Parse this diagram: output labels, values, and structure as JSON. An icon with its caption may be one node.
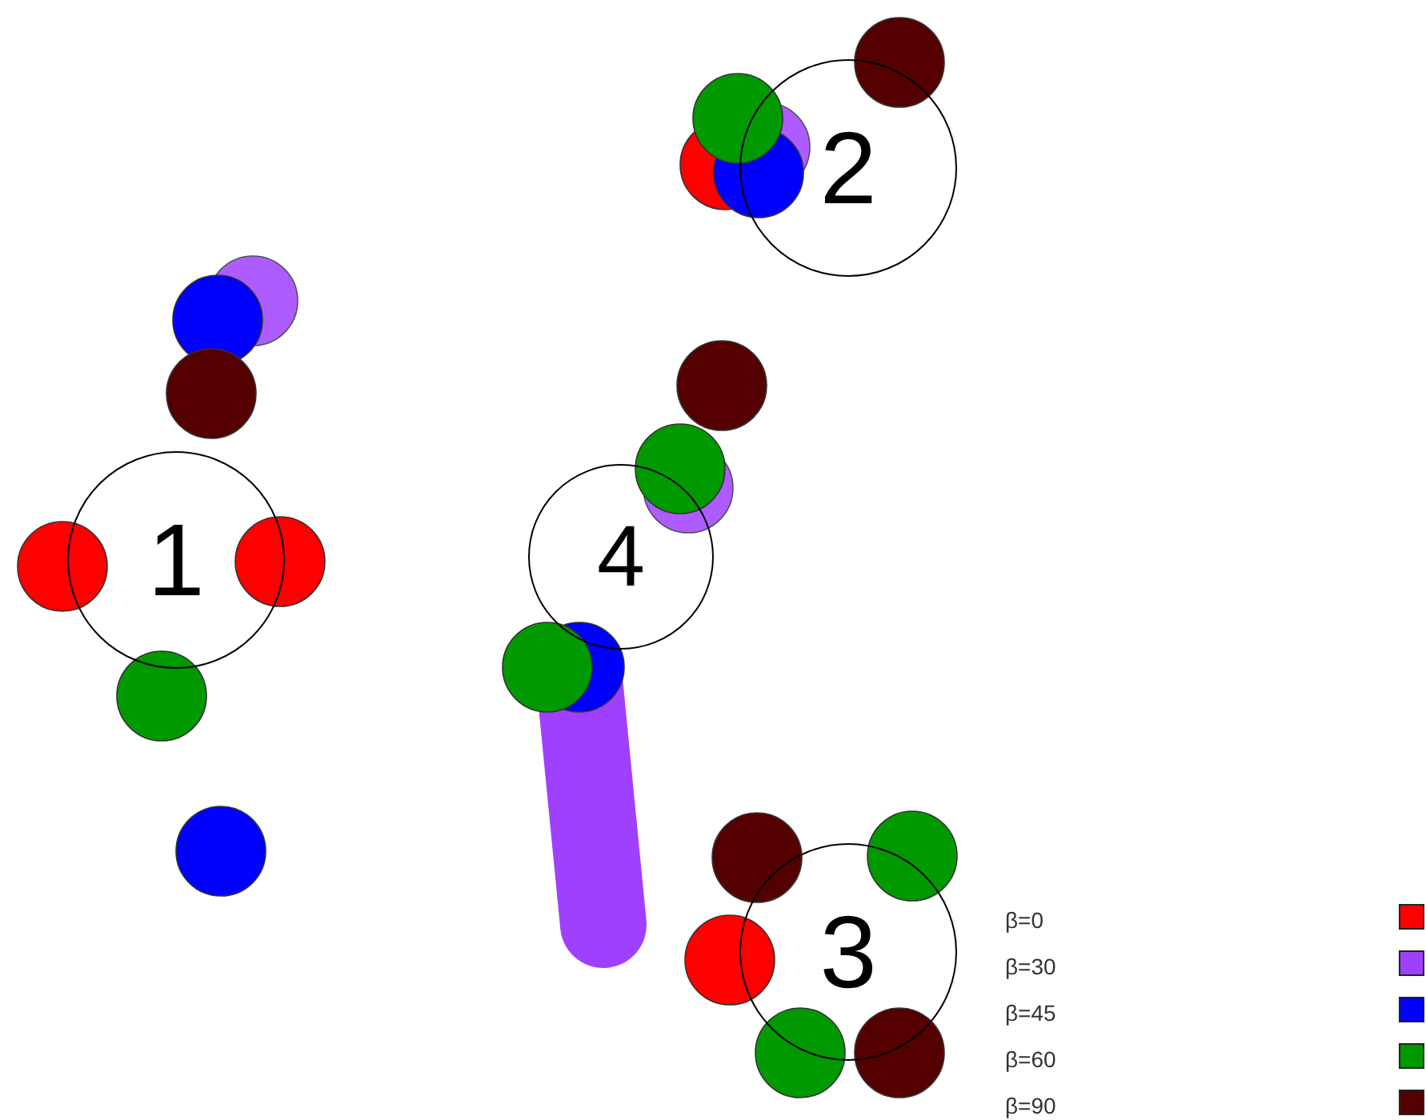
{
  "diagram": {
    "nodes": [
      {
        "text": [
          "1"
        ]
      },
      {
        "text": [
          "2"
        ]
      },
      {
        "text": [
          "4"
        ]
      },
      {
        "text": [
          "3"
        ]
      }
    ],
    "legend": [
      {
        "text": "β=0",
        "color": "#ff0000"
      },
      {
        "text": "β=30",
        "color": "#a040ff"
      },
      {
        "text": "β=45",
        "color": "#0000ff"
      },
      {
        "text": "β=60",
        "color": "#009900"
      },
      {
        "text": "β=90",
        "color": "#550000"
      }
    ]
  }
}
